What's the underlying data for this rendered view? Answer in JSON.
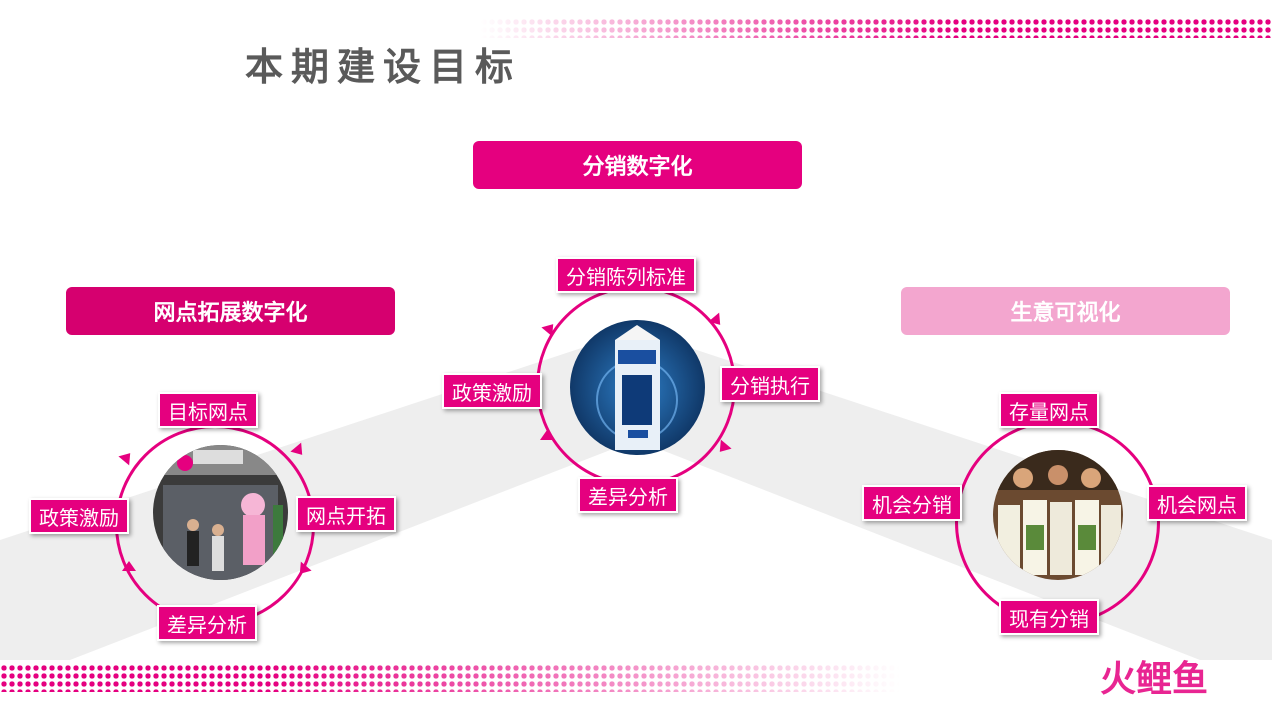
{
  "title": "本期建设目标",
  "headers": {
    "center": "分销数字化",
    "left": "网点拓展数字化",
    "right": "生意可视化"
  },
  "cycles": {
    "left": {
      "top": "目标网点",
      "right": "网点开拓",
      "bottom": "差异分析",
      "left": "政策激励"
    },
    "center": {
      "top": "分销陈列标准",
      "right": "分销执行",
      "bottom": "差异分析",
      "left": "政策激励"
    },
    "right": {
      "top": "存量网点",
      "right": "机会网点",
      "bottom": "现有分销",
      "left": "机会分销"
    }
  },
  "watermark": "火鲤鱼",
  "colors": {
    "accent": "#e5007f",
    "light_accent": "#f3a6cf",
    "title_gray": "#5a5a5a"
  }
}
